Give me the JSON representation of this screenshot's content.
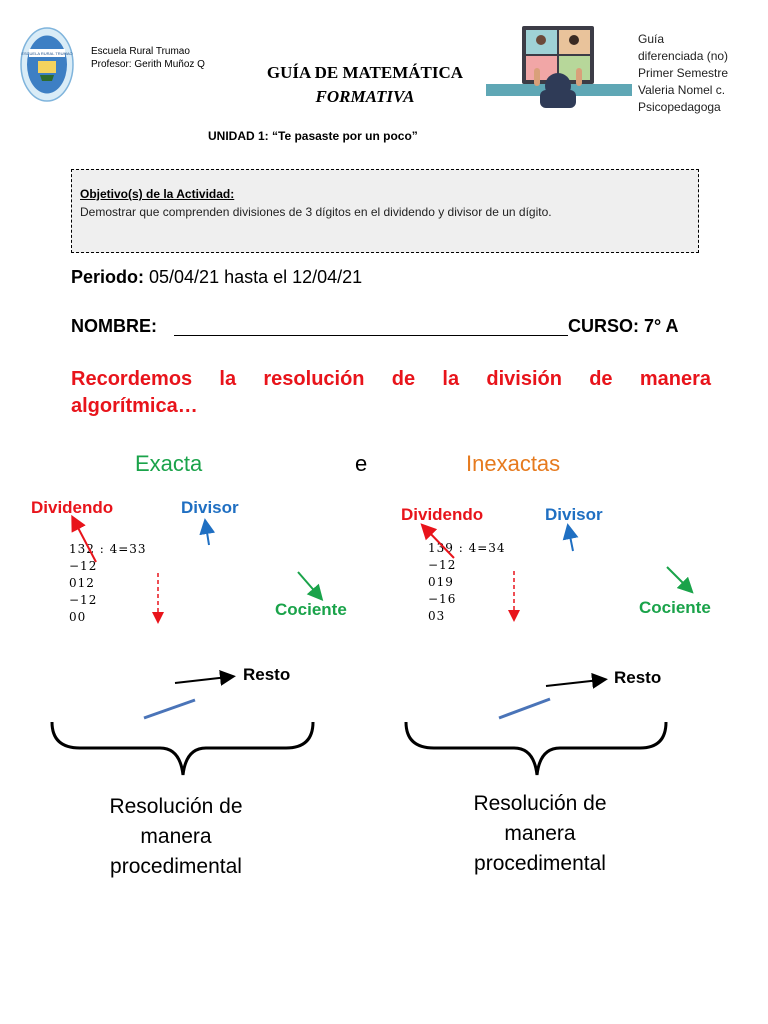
{
  "header": {
    "school_name": "Escuela Rural Trumao",
    "teacher": "Profesor: Gerith Muñoz Q",
    "logo_text": "ESCUELA RURAL TRUMAO",
    "title": "GUÍA DE MATEMÁTICA",
    "subtitle": "FORMATIVA",
    "guide_info": [
      "Guía",
      "diferenciada (no)",
      "Primer Semestre",
      "Valeria Nomel c.",
      "Psicopedagoga"
    ]
  },
  "unidad": "UNIDAD 1: “Te pasaste por un poco”",
  "objective": {
    "label": "Objetivo(s) de la Actividad:",
    "text": "Demostrar que comprenden divisiones de 3 dígitos en el dividendo y divisor de un dígito."
  },
  "periodo": {
    "label": "Periodo:",
    "value": " 05/04/21 hasta el 12/04/21"
  },
  "nombre_label": "NOMBRE:",
  "curso": "CURSO: 7° A",
  "intro": {
    "line1": "Recordemos la resolución de la división de manera",
    "line2": "algorítmica…"
  },
  "headings": {
    "exacta": "Exacta",
    "and": "e",
    "inexactas": "Inexactas"
  },
  "labels": {
    "dividendo": "Dividendo",
    "divisor": "Divisor",
    "cociente": "Cociente",
    "resto": "Resto"
  },
  "example_exact": {
    "lines": [
      "132 : 4=33",
      "−12",
      "012",
      "−12",
      "00"
    ]
  },
  "example_inexact": {
    "lines": [
      "139 : 4=34",
      "−12",
      "019",
      "−16",
      "03"
    ]
  },
  "resolution_text": [
    "Resolución de",
    "manera",
    "procedimental"
  ],
  "colors": {
    "red": "#e8141b",
    "blue": "#1f6fc2",
    "green": "#1aa34a",
    "orange": "#e67a1e",
    "line_blue": "#4a74b8"
  }
}
